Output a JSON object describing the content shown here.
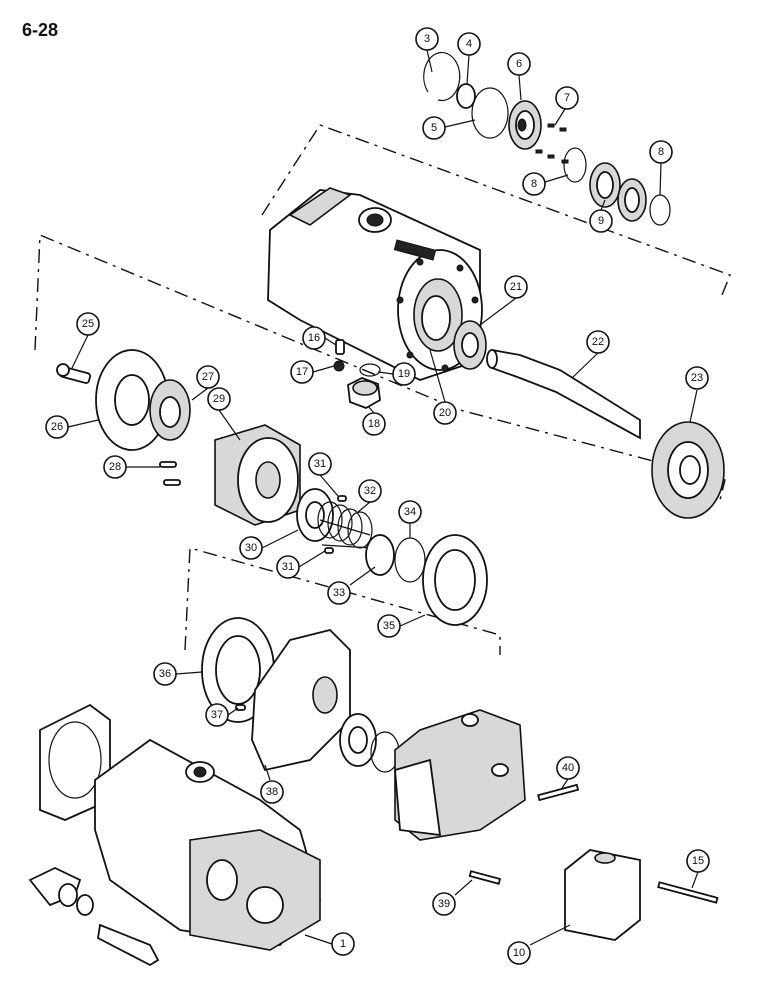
{
  "page_number": "6-28",
  "callouts": [
    {
      "id": "c3",
      "label": "3"
    },
    {
      "id": "c4",
      "label": "4"
    },
    {
      "id": "c5",
      "label": "5"
    },
    {
      "id": "c6",
      "label": "6"
    },
    {
      "id": "c7",
      "label": "7"
    },
    {
      "id": "c8a",
      "label": "8"
    },
    {
      "id": "c8b",
      "label": "8"
    },
    {
      "id": "c9",
      "label": "9"
    },
    {
      "id": "c21",
      "label": "21"
    },
    {
      "id": "c22",
      "label": "22"
    },
    {
      "id": "c23",
      "label": "23"
    },
    {
      "id": "c16",
      "label": "16"
    },
    {
      "id": "c17",
      "label": "17"
    },
    {
      "id": "c19",
      "label": "19"
    },
    {
      "id": "c18",
      "label": "18"
    },
    {
      "id": "c20",
      "label": "20"
    },
    {
      "id": "c25",
      "label": "25"
    },
    {
      "id": "c26",
      "label": "26"
    },
    {
      "id": "c27",
      "label": "27"
    },
    {
      "id": "c29",
      "label": "29"
    },
    {
      "id": "c28",
      "label": "28"
    },
    {
      "id": "c31a",
      "label": "31"
    },
    {
      "id": "c32",
      "label": "32"
    },
    {
      "id": "c30",
      "label": "30"
    },
    {
      "id": "c34",
      "label": "34"
    },
    {
      "id": "c31b",
      "label": "31"
    },
    {
      "id": "c33",
      "label": "33"
    },
    {
      "id": "c35",
      "label": "35"
    },
    {
      "id": "c36",
      "label": "36"
    },
    {
      "id": "c37",
      "label": "37"
    },
    {
      "id": "c38",
      "label": "38"
    },
    {
      "id": "c40",
      "label": "40"
    },
    {
      "id": "c15",
      "label": "15"
    },
    {
      "id": "c39",
      "label": "39"
    },
    {
      "id": "c1",
      "label": "1"
    },
    {
      "id": "c10",
      "label": "10"
    }
  ]
}
